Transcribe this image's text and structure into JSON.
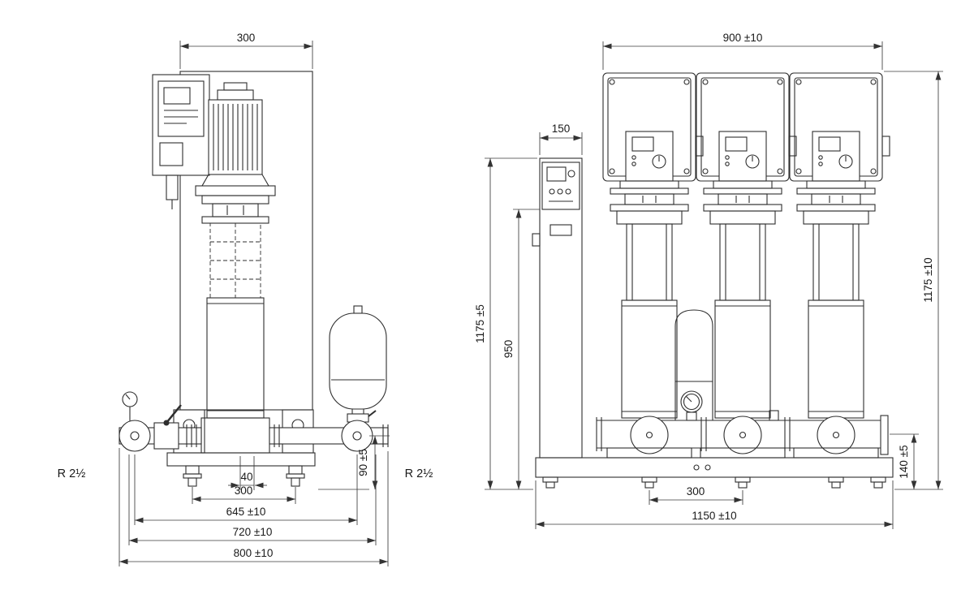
{
  "drawing": {
    "type": "dimensional-drawing-booster-set"
  },
  "side_view": {
    "labels": {
      "left_port": "R 2½",
      "right_port": "R 2½"
    },
    "dims": {
      "top_width": "300",
      "offset_40": "40",
      "height_90": "90 ±5",
      "span_300": "300",
      "span_645": "645 ±10",
      "span_720": "720 ±10",
      "span_800": "800 ±10"
    }
  },
  "front_view": {
    "dims": {
      "span_900": "900 ±10",
      "width_150": "150",
      "height_1175_5": "1175 ±5",
      "height_950": "950",
      "height_1175_10": "1175 ±10",
      "height_140": "140 ±5",
      "pitch_300": "300",
      "span_1150": "1150 ±10"
    }
  }
}
